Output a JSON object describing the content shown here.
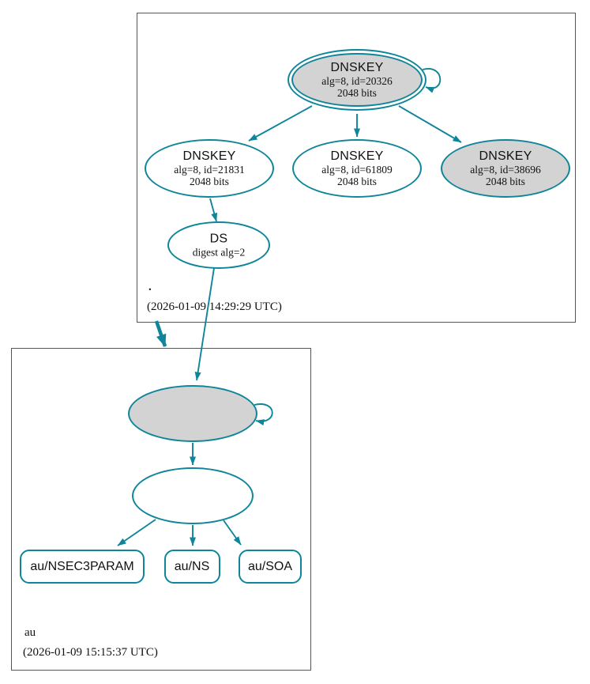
{
  "zones": {
    "root": {
      "label": ".",
      "timestamp": "(2026-01-09 14:29:29 UTC)"
    },
    "au": {
      "label": "au",
      "timestamp": "(2026-01-09 15:15:37 UTC)"
    }
  },
  "nodes": {
    "dnskey_20326": {
      "title": "DNSKEY",
      "attrs": "alg=8, id=20326",
      "bits": "2048 bits"
    },
    "dnskey_21831": {
      "title": "DNSKEY",
      "attrs": "alg=8, id=21831",
      "bits": "2048 bits"
    },
    "dnskey_61809": {
      "title": "DNSKEY",
      "attrs": "alg=8, id=61809",
      "bits": "2048 bits"
    },
    "dnskey_38696": {
      "title": "DNSKEY",
      "attrs": "alg=8, id=38696",
      "bits": "2048 bits"
    },
    "ds_root_au": {
      "title": "DS",
      "attrs": "digest alg=2"
    },
    "rrset_nsec3param": {
      "label": "au/NSEC3PARAM"
    },
    "rrset_ns": {
      "label": "au/NS"
    },
    "rrset_soa": {
      "label": "au/SOA"
    }
  },
  "colors": {
    "edge_teal": "#0e8599",
    "ksk_fill": "#d3d3d3",
    "node_fill": "#ffffff",
    "cluster_border": "#555555",
    "text": "#111111"
  }
}
